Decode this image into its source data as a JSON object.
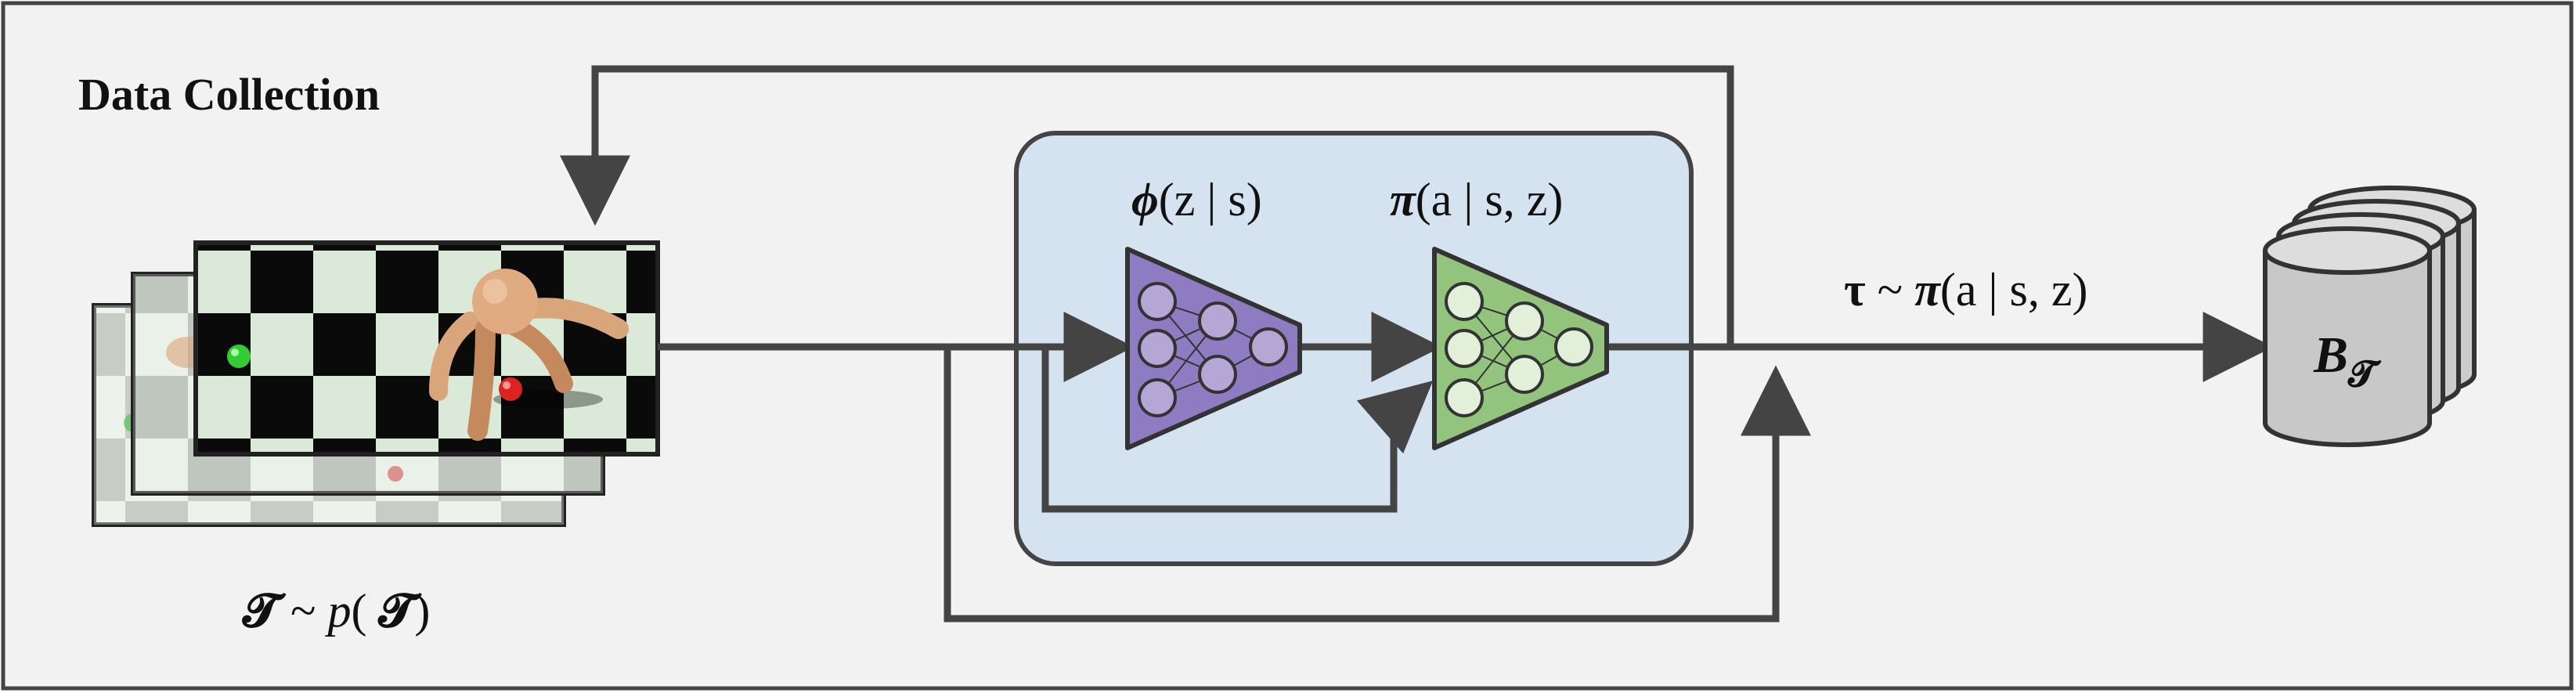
{
  "title": "Data Collection",
  "labels": {
    "task_dist_T": "𝓣",
    "task_dist_sep": " ~ ",
    "task_dist_p": "p",
    "task_dist_paren_open": "( ",
    "task_dist_T2": "𝓣",
    "task_dist_paren_close": ")",
    "encoder_sym": "ϕ",
    "encoder_args": "(z | s)",
    "policy_sym": "π",
    "policy_args": "(a | s, z)",
    "traj_tau": "τ",
    "traj_sep": " ~ ",
    "traj_pi": "π",
    "traj_args": "(a | s, z)",
    "buffer_B": "B",
    "buffer_sub": "𝓣"
  },
  "colors": {
    "background": "#f2f2f2",
    "border": "#444444",
    "arrow": "#444444",
    "agent_box": "#d5e3f0",
    "encoder_fill": "#8e7cc3",
    "policy_fill": "#93c47d",
    "node_fill": "#dddddd",
    "policy_node_fill": "#e2efd9",
    "cylinder_fill": "#cccccc"
  },
  "icons": {
    "env_frames": "checkerboard-ant-frames-image",
    "encoder": "encoder-network-icon",
    "policy": "policy-network-icon",
    "buffer": "replay-buffer-cylinders-icon"
  }
}
